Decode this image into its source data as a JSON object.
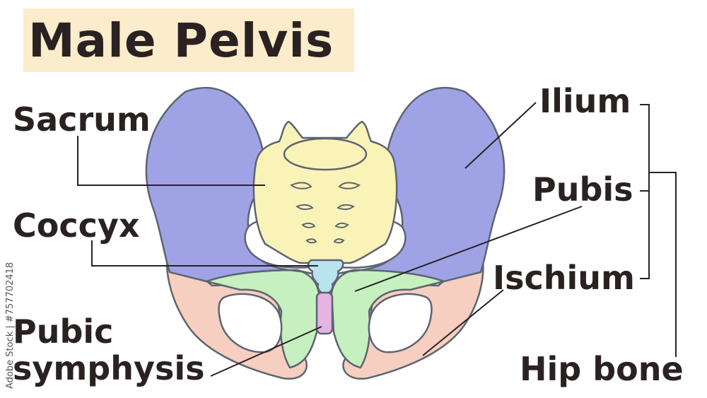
{
  "title": "Male Pelvis",
  "labels": {
    "sacrum": "Sacrum",
    "coccyx": "Coccyx",
    "pubic_symphysis_line1": "Pubic",
    "pubic_symphysis_line2": "symphysis",
    "ilium": "Ilium",
    "pubis": "Pubis",
    "ischium": "Ischium",
    "hip_bone": "Hip bone"
  },
  "watermark": "Adobe Stock | #757702418",
  "colors": {
    "title_background": "#fbeccc",
    "text": "#2a2222",
    "ilium": "#9fa3e6",
    "sacrum": "#f9f3b8",
    "coccyx": "#b9e3ef",
    "pubis": "#c6f0c0",
    "ischium": "#f6cfc0",
    "pubic_symphysis": "#e6b4e2",
    "outline": "#5d6470"
  }
}
